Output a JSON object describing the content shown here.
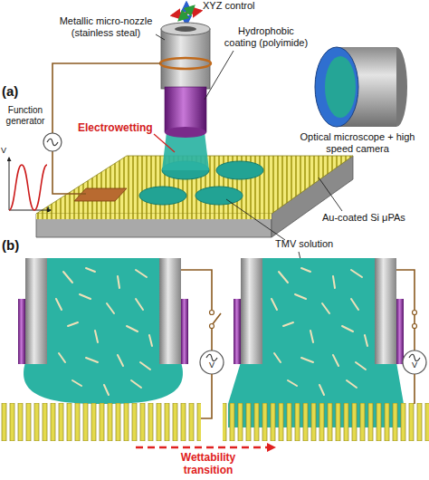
{
  "diagram": {
    "labels": [
      "(a)",
      "XYZ control",
      "Metallic micro-nozzle (stainless steal)",
      "Hydrophobic coating (polyimide)",
      "Function generator",
      "V",
      "t",
      "Electrowetting",
      "Optical microscope + high speed camera",
      "Au-coated Si μPAs",
      "TMV solution",
      "(b)",
      "V",
      "V",
      "Wettability transition"
    ]
  }
}
